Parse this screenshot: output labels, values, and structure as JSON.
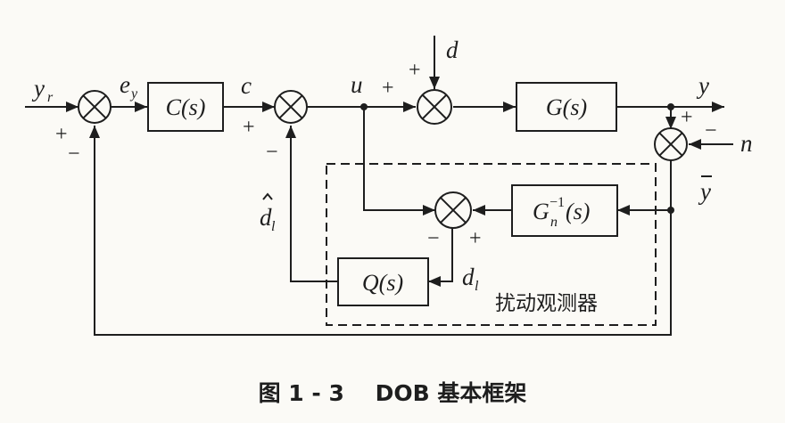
{
  "labels": {
    "yr_main": "y",
    "yr_sub": "r",
    "ey_main": "e",
    "ey_sub": "y",
    "c": "c",
    "u": "u",
    "d": "d",
    "y": "y",
    "n": "n",
    "ybar": "y",
    "dhat_main": "d",
    "dhat_sub": "l",
    "dl_main": "d",
    "dl_sub": "l"
  },
  "blocks": {
    "C": "C(s)",
    "G": "G(s)",
    "Ginv_main": "G",
    "Ginv_sup": "−1",
    "Ginv_sub": "n",
    "Ginv_tail": "(s)",
    "Q": "Q(s)"
  },
  "signs": {
    "plus": "+",
    "minus": "−"
  },
  "observer_label": "扰动观测器",
  "caption": "图 1 - 3    DOB 基本框架"
}
